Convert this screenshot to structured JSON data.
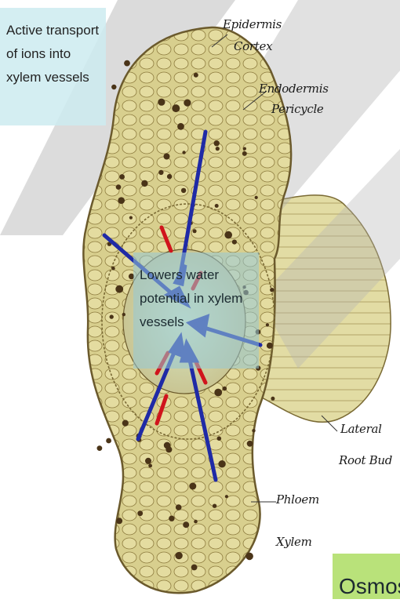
{
  "labels": {
    "epidermis": "Epidermis",
    "cortex": "Cortex",
    "endodermis": "Endodermis",
    "pericycle": "Pericycle",
    "lateral": "Lateral",
    "root_bud": "Root Bud",
    "phloem": "Phloem",
    "xylem": "Xylem"
  },
  "callouts": {
    "active_transport": "Active transport of ions into xylem vessels",
    "lowers_potential": "Lowers water potential in xylem vessels"
  },
  "footer_tab": "Osmos",
  "colors": {
    "tissue_fill": "#d8cf8e",
    "tissue_outline": "#6b5a2c",
    "cell_dot": "#4a3418",
    "arrow_blue": "#1f2aa6",
    "arrow_red": "#d0141c",
    "callout_bg": "#cdebf0",
    "osmosis_bg": "#b9e27a"
  }
}
